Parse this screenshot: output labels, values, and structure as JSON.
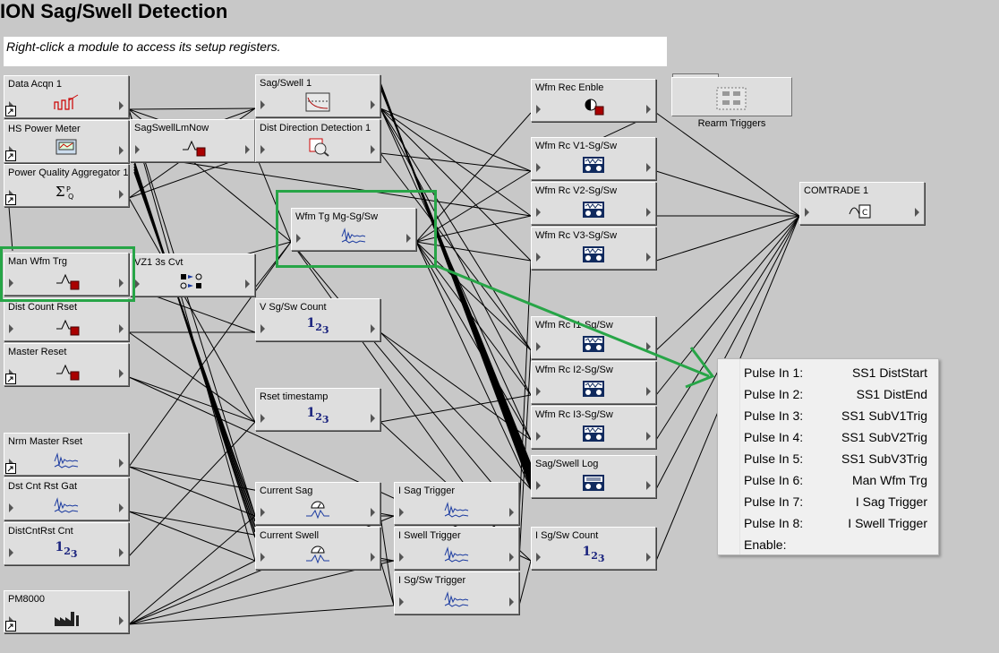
{
  "title": "ION Sag/Swell Detection",
  "hint": "Right-click a module to access its setup registers.",
  "modules": [
    {
      "id": "m0",
      "label": "Data Acqn 1",
      "icon": "data-acquisition-icon"
    },
    {
      "id": "m1",
      "label": "HS Power Meter",
      "icon": "power-meter-icon"
    },
    {
      "id": "m2",
      "label": "Power Quality Aggregator 1",
      "icon": "sum-pq-icon"
    },
    {
      "id": "m3",
      "label": "Man Wfm Trg",
      "icon": "pulse-trigger-icon"
    },
    {
      "id": "m4",
      "label": "Dist Count Rset",
      "icon": "pulse-trigger-icon"
    },
    {
      "id": "m5",
      "label": "Master Reset",
      "icon": "pulse-trigger-icon"
    },
    {
      "id": "m6",
      "label": "Nrm Master Rset",
      "icon": "waveform-icon"
    },
    {
      "id": "m7",
      "label": "Dst Cnt Rst Gat",
      "icon": "waveform-icon"
    },
    {
      "id": "m8",
      "label": "DistCntRst Cnt",
      "icon": "counter-icon"
    },
    {
      "id": "m9",
      "label": "PM8000",
      "icon": "factory-icon"
    },
    {
      "id": "m10",
      "label": "SagSwellLmNow",
      "icon": "pulse-trigger-icon"
    },
    {
      "id": "m11",
      "label": "VZ1 3s Cvt",
      "icon": "converter-icon"
    },
    {
      "id": "m12",
      "label": "Sag/Swell 1",
      "icon": "sag-swell-curve-icon"
    },
    {
      "id": "m13",
      "label": "Dist Direction Detection 1",
      "icon": "direction-detection-icon"
    },
    {
      "id": "m14",
      "label": "Wfm Tg Mg-Sg/Sw",
      "icon": "waveform-icon"
    },
    {
      "id": "m15",
      "label": "V Sg/Sw Count",
      "icon": "counter-icon"
    },
    {
      "id": "m16",
      "label": "Rset timestamp",
      "icon": "counter-icon"
    },
    {
      "id": "m17",
      "label": "Current Sag",
      "icon": "gauge-icon"
    },
    {
      "id": "m18",
      "label": "Current Swell",
      "icon": "gauge-icon"
    },
    {
      "id": "m19",
      "label": "I Sag Trigger",
      "icon": "waveform-icon"
    },
    {
      "id": "m20",
      "label": "I Swell Trigger",
      "icon": "waveform-icon"
    },
    {
      "id": "m21",
      "label": "I Sg/Sw Trigger",
      "icon": "waveform-icon"
    },
    {
      "id": "m22",
      "label": "Wfm Rec Enble",
      "icon": "enable-icon"
    },
    {
      "id": "m23",
      "label": "Wfm Rc V1-Sg/Sw",
      "icon": "recorder-icon"
    },
    {
      "id": "m24",
      "label": "Wfm Rc V2-Sg/Sw",
      "icon": "recorder-icon"
    },
    {
      "id": "m25",
      "label": "Wfm Rc V3-Sg/Sw",
      "icon": "recorder-icon"
    },
    {
      "id": "m26",
      "label": "Wfm Rc I1-Sg/Sw",
      "icon": "recorder-icon"
    },
    {
      "id": "m27",
      "label": "Wfm Rc I2-Sg/Sw",
      "icon": "recorder-icon"
    },
    {
      "id": "m28",
      "label": "Wfm Rc I3-Sg/Sw",
      "icon": "recorder-icon"
    },
    {
      "id": "m29",
      "label": "Sag/Swell Log",
      "icon": "log-recorder-icon"
    },
    {
      "id": "m30",
      "label": "I Sg/Sw Count",
      "icon": "counter-icon"
    },
    {
      "id": "m31",
      "label": "COMTRADE 1",
      "icon": "comtrade-icon"
    }
  ],
  "rearm_label": "Rearm Triggers",
  "popup": [
    {
      "k": "Pulse In 1:",
      "v": "SS1 DistStart"
    },
    {
      "k": "Pulse In 2:",
      "v": "SS1 DistEnd"
    },
    {
      "k": "Pulse In 3:",
      "v": "SS1 SubV1Trig"
    },
    {
      "k": "Pulse In 4:",
      "v": "SS1 SubV2Trig"
    },
    {
      "k": "Pulse In 5:",
      "v": "SS1 SubV3Trig"
    },
    {
      "k": "Pulse In 6:",
      "v": "Man Wfm Trg"
    },
    {
      "k": "Pulse In 7:",
      "v": "I Sag Trigger"
    },
    {
      "k": "Pulse In 8:",
      "v": "I Swell Trigger"
    },
    {
      "k": "Enable:",
      "v": ""
    }
  ],
  "colors": {
    "highlight": "#27a547",
    "canvas": "#c8c8c8",
    "module": "#dedede"
  }
}
